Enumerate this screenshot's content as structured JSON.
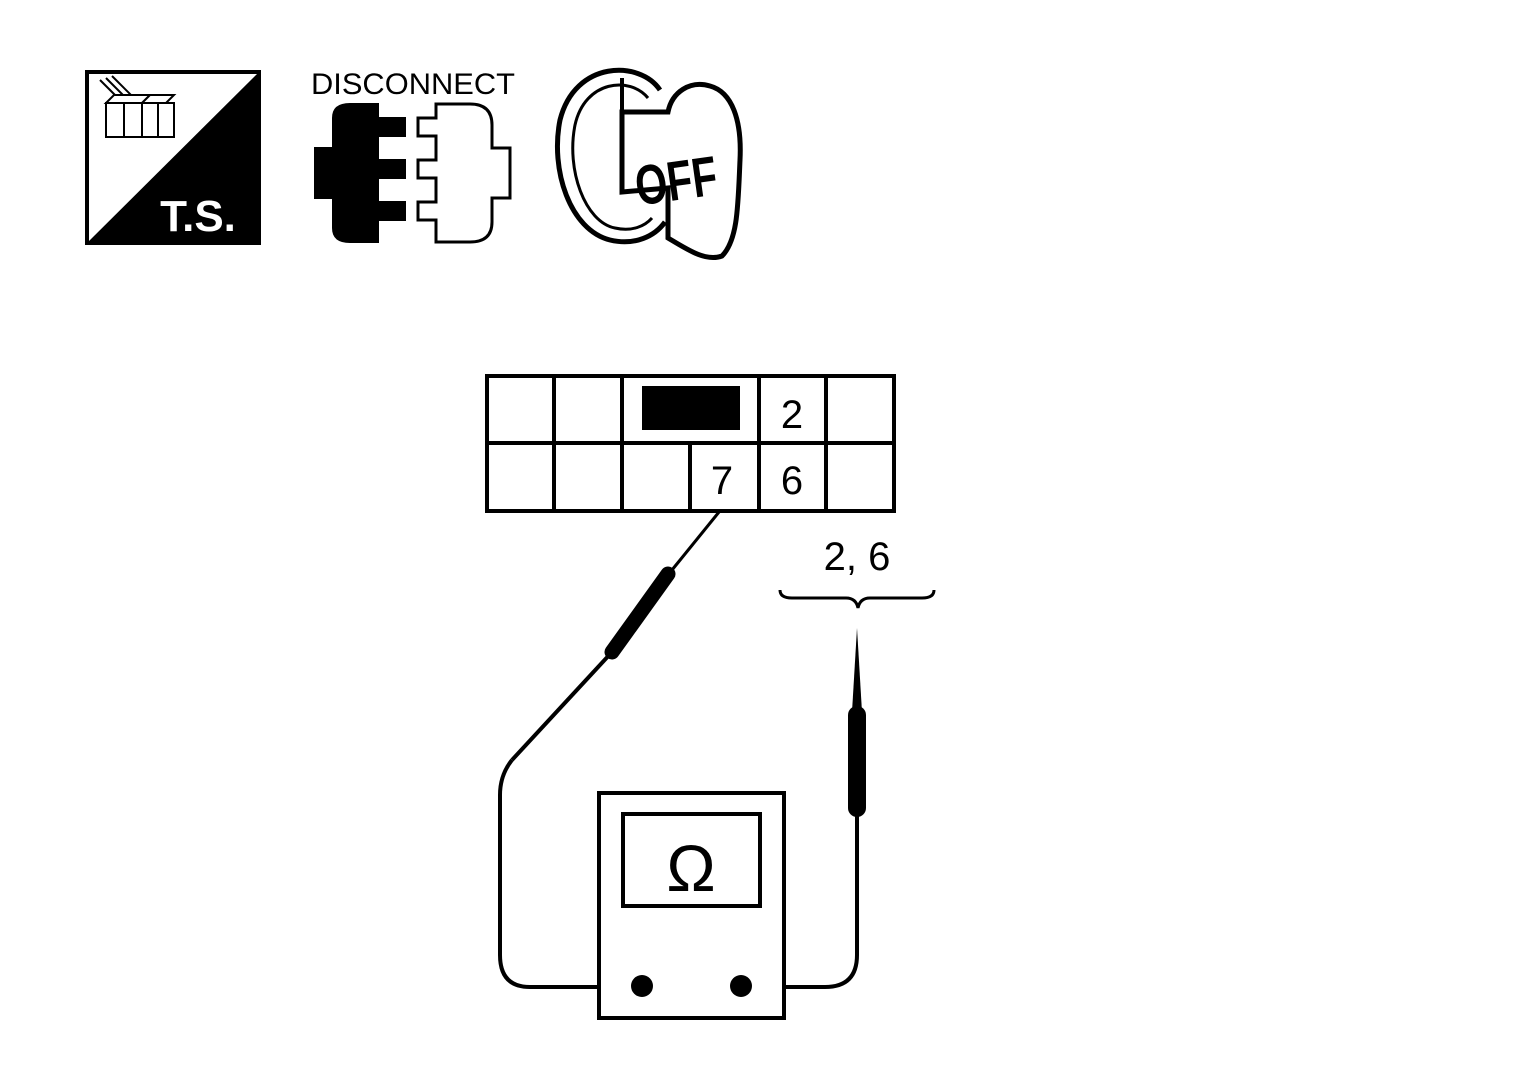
{
  "icons": {
    "ts_label": "T.S.",
    "disconnect_label": "DISCONNECT",
    "key_label": "OFF"
  },
  "connector": {
    "pins": [
      {
        "label": "2"
      },
      {
        "label": "7"
      },
      {
        "label": "6"
      }
    ]
  },
  "probe_label": "2, 6",
  "meter": {
    "symbol": "Ω"
  },
  "colors": {
    "ink": "#000000",
    "paper": "#ffffff"
  }
}
